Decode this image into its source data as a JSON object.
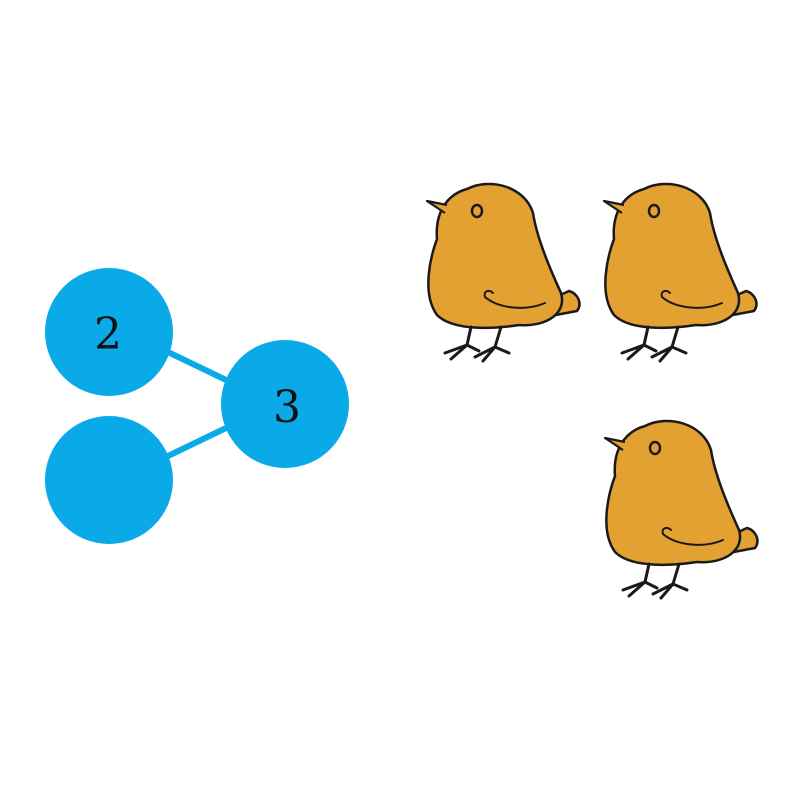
{
  "number_bond": {
    "part_a": "2",
    "part_b": "",
    "whole": "3",
    "circle_color": "#0aa9e8",
    "line_color": "#0aa9e8"
  },
  "birds": {
    "count": 3,
    "icon": "chick-icon",
    "body_color": "#e3a132",
    "outline_color": "#1a1a1a"
  }
}
